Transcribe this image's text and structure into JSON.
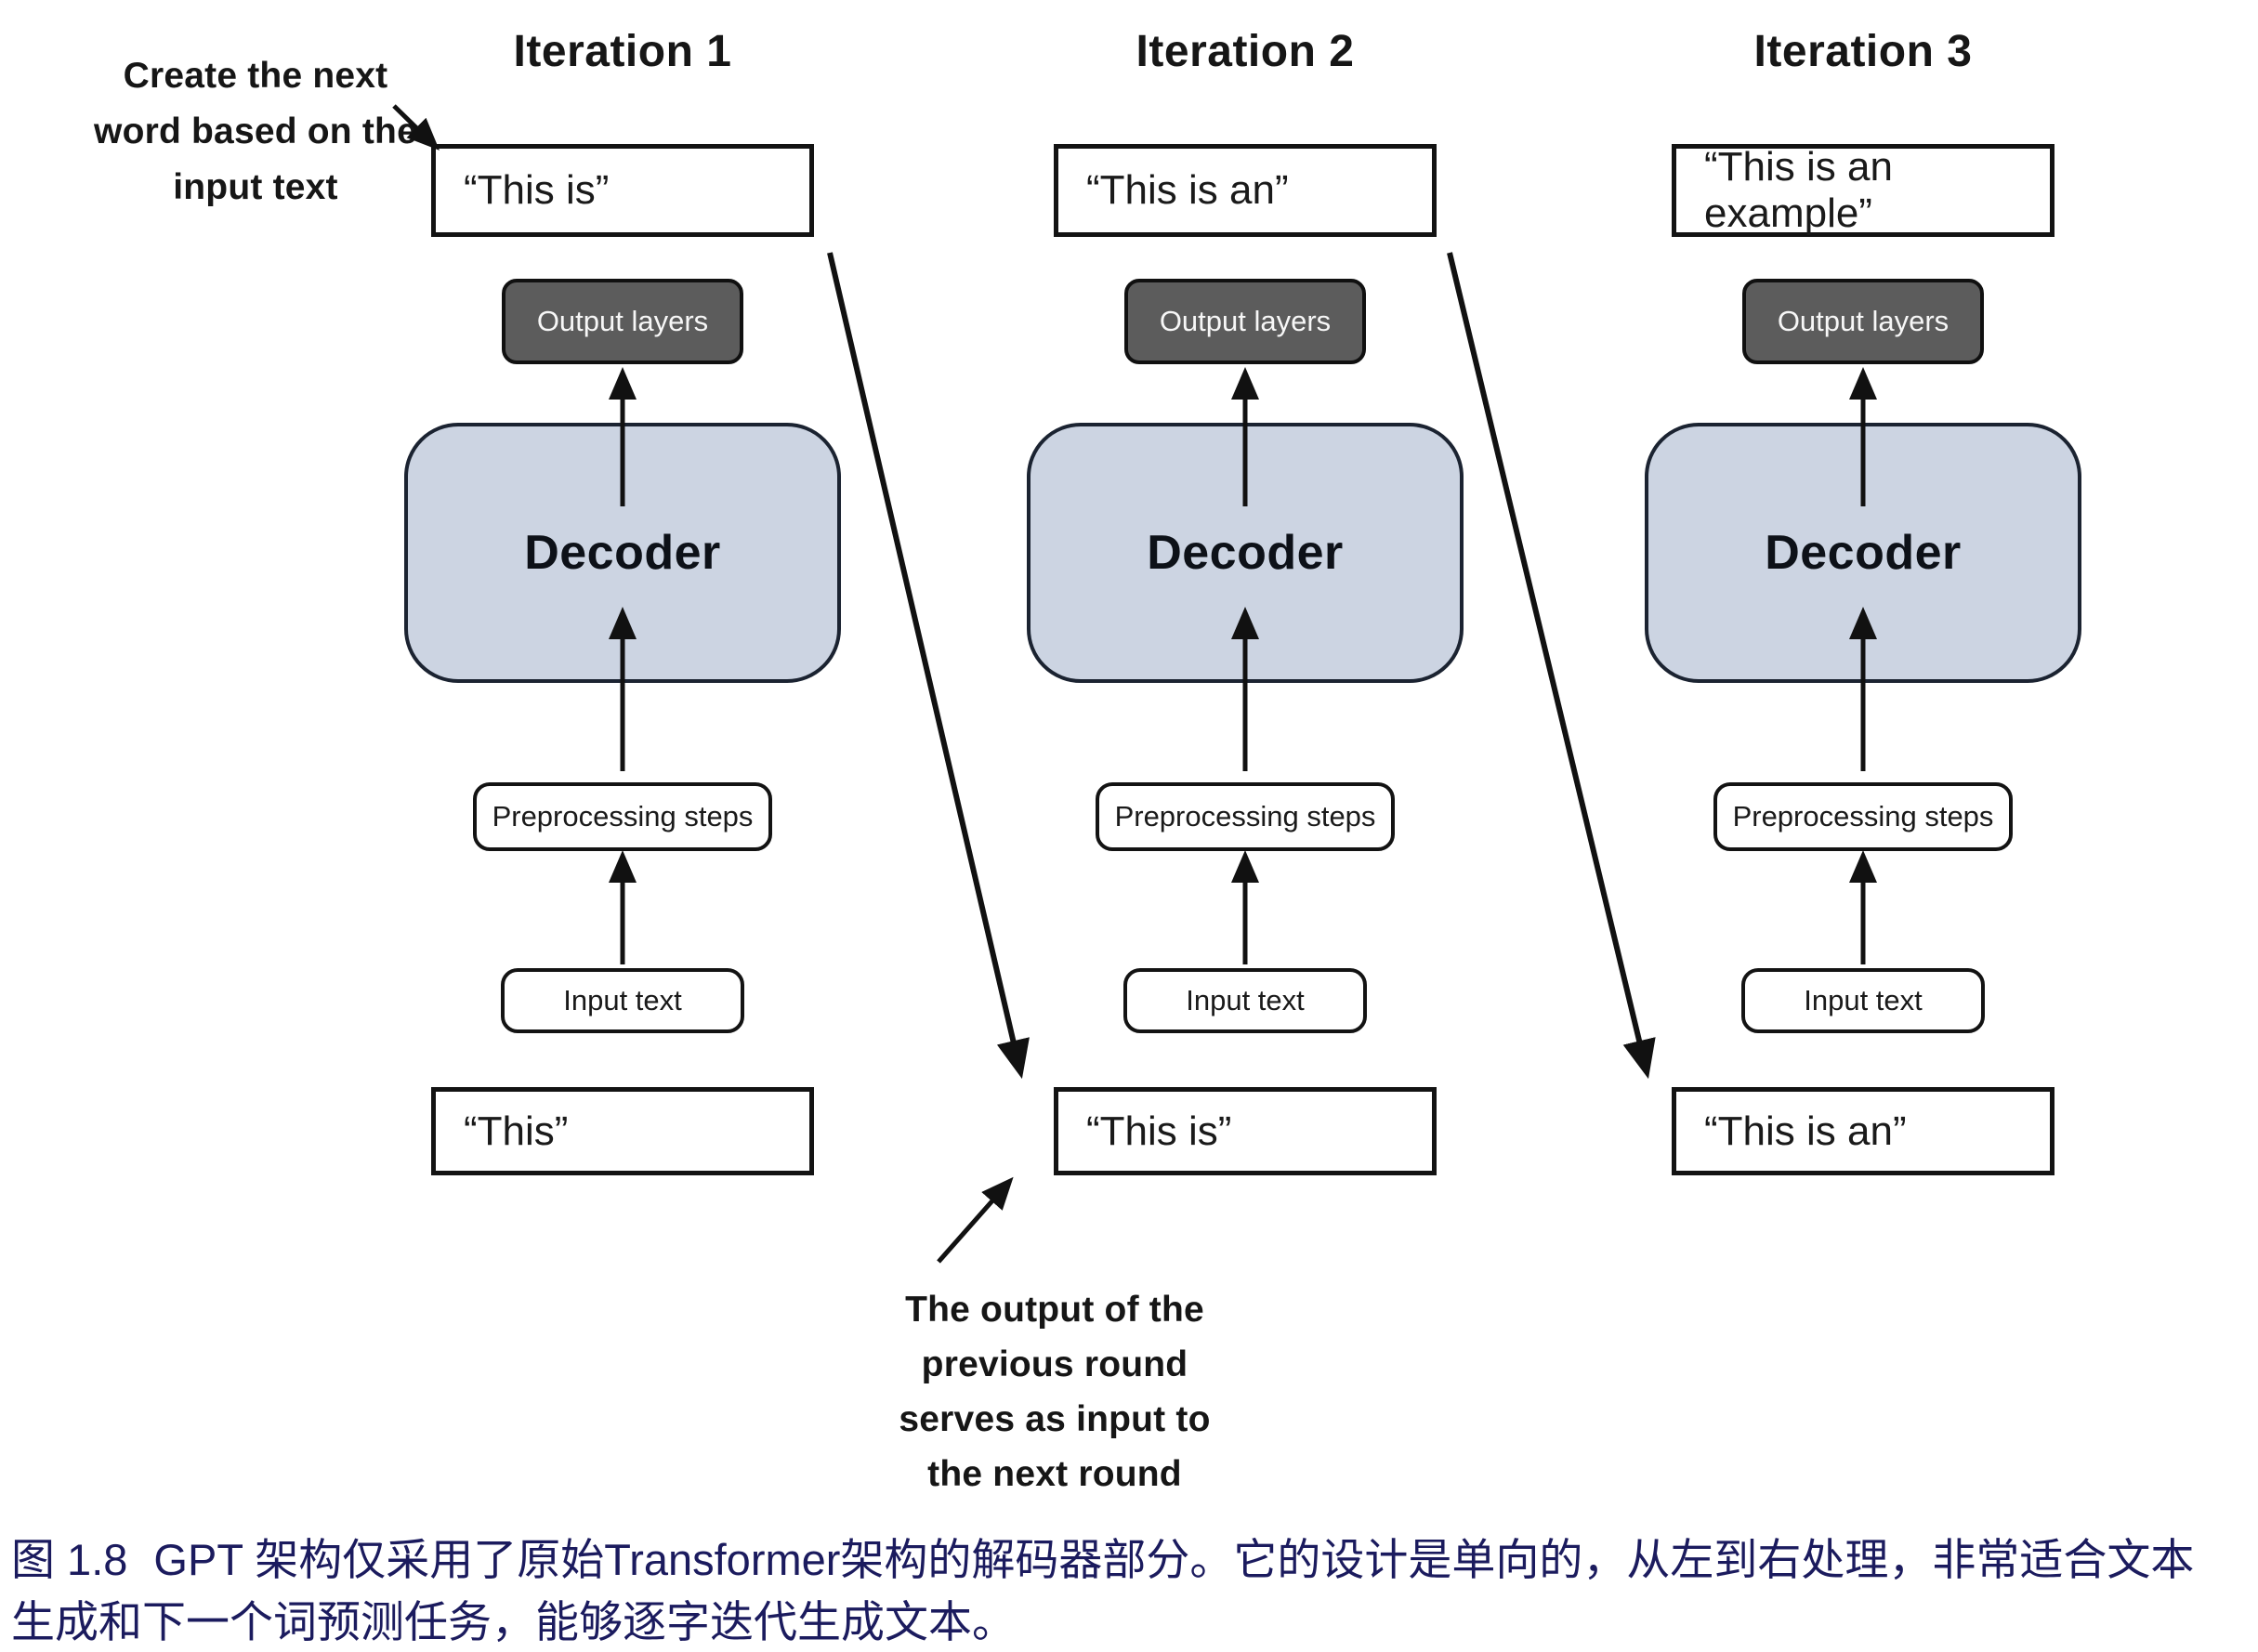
{
  "figure": {
    "iterations": [
      {
        "title": "Iteration 1",
        "generated_text": "“This is”",
        "output_layers_label": "Output layers",
        "decoder_label": "Decoder",
        "preprocessing_label": "Preprocessing steps",
        "input_label": "Input text",
        "input_quote": "“This”"
      },
      {
        "title": "Iteration 2",
        "generated_text": "“This is an”",
        "output_layers_label": "Output layers",
        "decoder_label": "Decoder",
        "preprocessing_label": "Preprocessing steps",
        "input_label": "Input text",
        "input_quote": "“This is”"
      },
      {
        "title": "Iteration 3",
        "generated_text": "“This is an example”",
        "output_layers_label": "Output layers",
        "decoder_label": "Decoder",
        "preprocessing_label": "Preprocessing steps",
        "input_label": "Input text",
        "input_quote": "“This is an”"
      }
    ],
    "annotations": {
      "create_next_word": {
        "lines": [
          "Create the next",
          "word based on the",
          "input text"
        ]
      },
      "output_feeds_next": {
        "lines": [
          "The output of the",
          "previous round",
          "serves as input to",
          "the next round"
        ]
      }
    },
    "caption": {
      "label": "图 1.8",
      "line1": "GPT 架构仅采用了原始Transformer架构的解码器部分。它的设计是单向的，从左到右处理，非常适合文本",
      "line2": "生成和下一个词预测任务，能够逐字迭代生成文本。"
    },
    "colors": {
      "decoder_fill": "#ccd4e2",
      "output_layers_fill": "#5c5c5c",
      "caption_color": "#1b1b5e",
      "line_color": "#111111"
    }
  }
}
